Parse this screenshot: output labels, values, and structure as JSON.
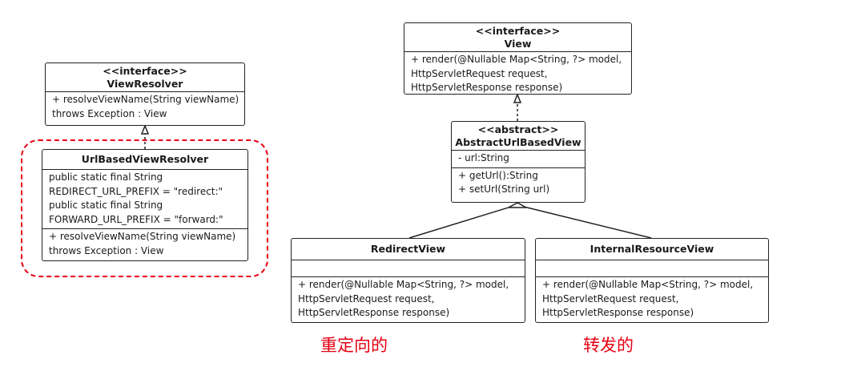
{
  "view_resolver": {
    "stereotype": "<<interface>>",
    "name": "ViewResolver",
    "methods": [
      "+ resolveViewName(String viewName)",
      "throws Exception : View"
    ]
  },
  "url_based_view_resolver": {
    "name": "UrlBasedViewResolver",
    "attributes": [
      "public static final String",
      "REDIRECT_URL_PREFIX = \"redirect:\"",
      "public static final String",
      "FORWARD_URL_PREFIX = \"forward:\""
    ],
    "methods": [
      "+ resolveViewName(String viewName)",
      "throws Exception : View"
    ]
  },
  "view": {
    "stereotype": "<<interface>>",
    "name": "View",
    "methods": [
      "+ render(@Nullable Map<String, ?> model,",
      "HttpServletRequest request,",
      "HttpServletResponse response)"
    ]
  },
  "abstract_url_based_view": {
    "stereotype": "<<abstract>>",
    "name": "AbstractUrlBasedView",
    "attributes": [
      "- url:String"
    ],
    "methods": [
      "+ getUrl():String",
      "+ setUrl(String url)"
    ]
  },
  "redirect_view": {
    "name": "RedirectView",
    "methods": [
      "+ render(@Nullable Map<String, ?> model,",
      "HttpServletRequest request,",
      "HttpServletResponse response)"
    ]
  },
  "internal_resource_view": {
    "name": "InternalResourceView",
    "methods": [
      "+ render(@Nullable Map<String, ?> model,",
      "HttpServletRequest request,",
      "HttpServletResponse response)"
    ]
  },
  "captions": {
    "redirect": "重定向的",
    "forward": "转发的"
  },
  "colors": {
    "line": "#222222",
    "highlight": "#e60012"
  }
}
